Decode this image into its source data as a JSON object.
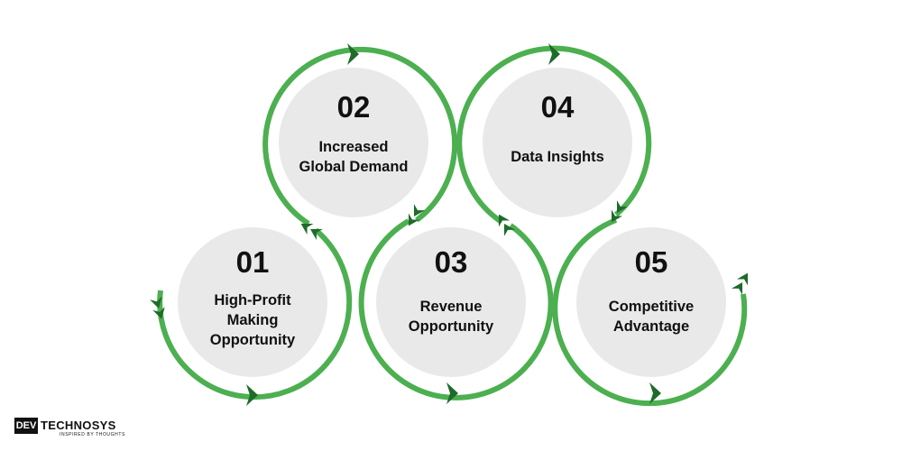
{
  "steps": [
    {
      "number": "01",
      "lines": [
        "High-Profit",
        "Making",
        "Opportunity"
      ]
    },
    {
      "number": "02",
      "lines": [
        "Increased",
        "Global Demand"
      ]
    },
    {
      "number": "03",
      "lines": [
        "Revenue",
        "Opportunity"
      ]
    },
    {
      "number": "04",
      "lines": [
        "Data Insights"
      ]
    },
    {
      "number": "05",
      "lines": [
        "Competitive",
        "Advantage"
      ]
    }
  ],
  "logo": {
    "mark": "DEV",
    "name": "TECHNOSYS",
    "tagline": "INSPIRED BY THOUGHTS"
  },
  "colors": {
    "ring": "#4caf50",
    "arrow": "#1e6b2a",
    "circle_fill": "#e9e9e9",
    "text": "#111111"
  },
  "icons": [
    "chevron-arrow-icon",
    "double-chevron-arrow-icon"
  ]
}
